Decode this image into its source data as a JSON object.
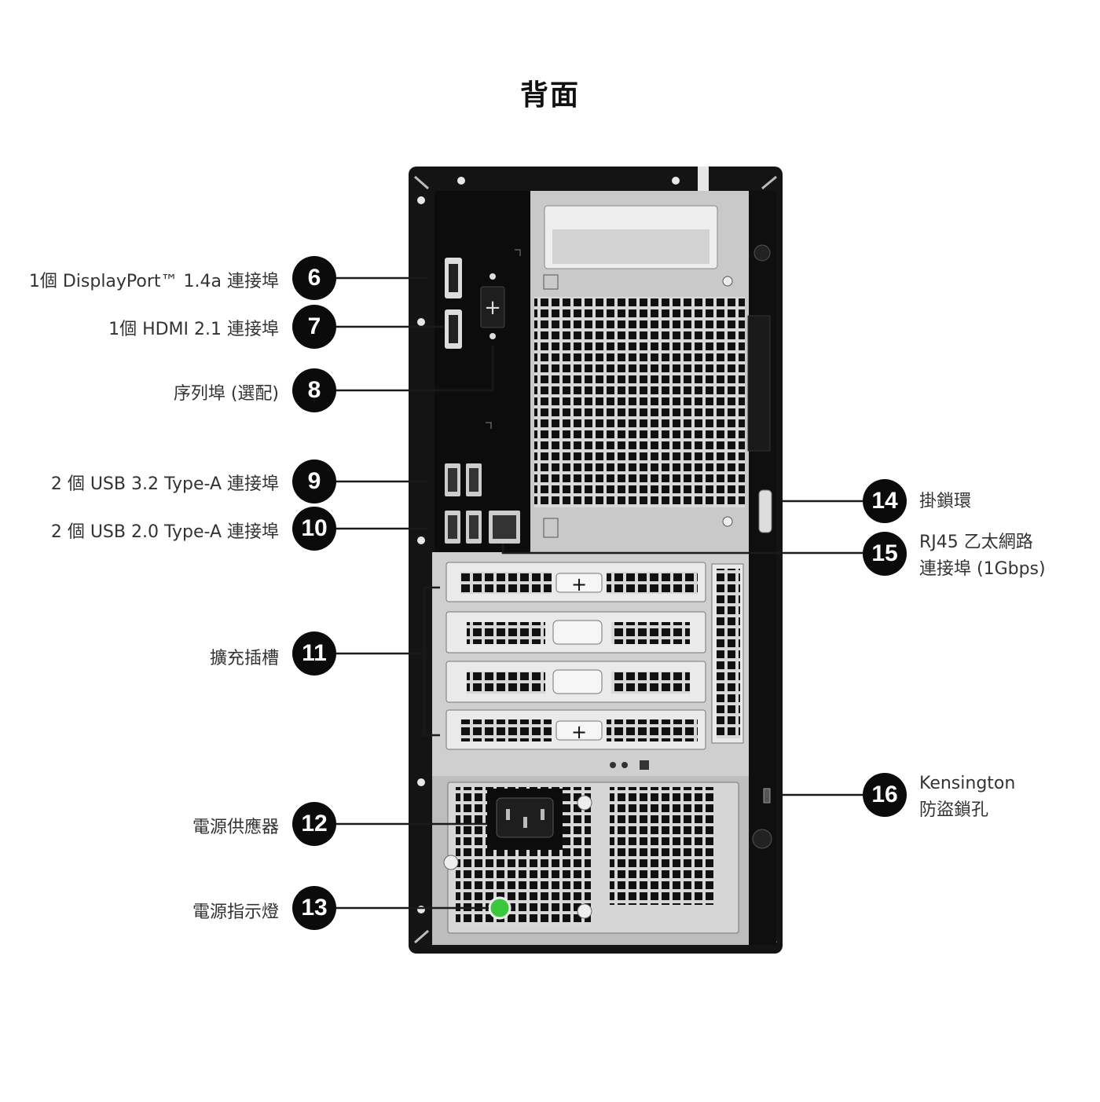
{
  "title": "背面",
  "callouts_left": [
    {
      "num": "6",
      "label": "1個 DisplayPort™ 1.4a 連接埠"
    },
    {
      "num": "7",
      "label": "1個 HDMI 2.1 連接埠"
    },
    {
      "num": "8",
      "label": "序列埠 (選配)"
    },
    {
      "num": "9",
      "label": "2 個 USB 3.2 Type-A 連接埠"
    },
    {
      "num": "10",
      "label": "2 個 USB 2.0 Type-A 連接埠"
    },
    {
      "num": "11",
      "label": "擴充插槽"
    },
    {
      "num": "12",
      "label": "電源供應器"
    },
    {
      "num": "13",
      "label": "電源指示燈"
    }
  ],
  "callouts_right": [
    {
      "num": "14",
      "label_lines": [
        "掛鎖環"
      ]
    },
    {
      "num": "15",
      "label_lines": [
        "RJ45 乙太網路",
        "連接埠 (1Gbps)"
      ]
    },
    {
      "num": "16",
      "label_lines": [
        "Kensington",
        "防盜鎖孔"
      ]
    }
  ],
  "colors": {
    "badge": "#0b0b0b",
    "chassis": "#141414",
    "panel": "#c9c9c9",
    "led": "#3cc83c"
  }
}
